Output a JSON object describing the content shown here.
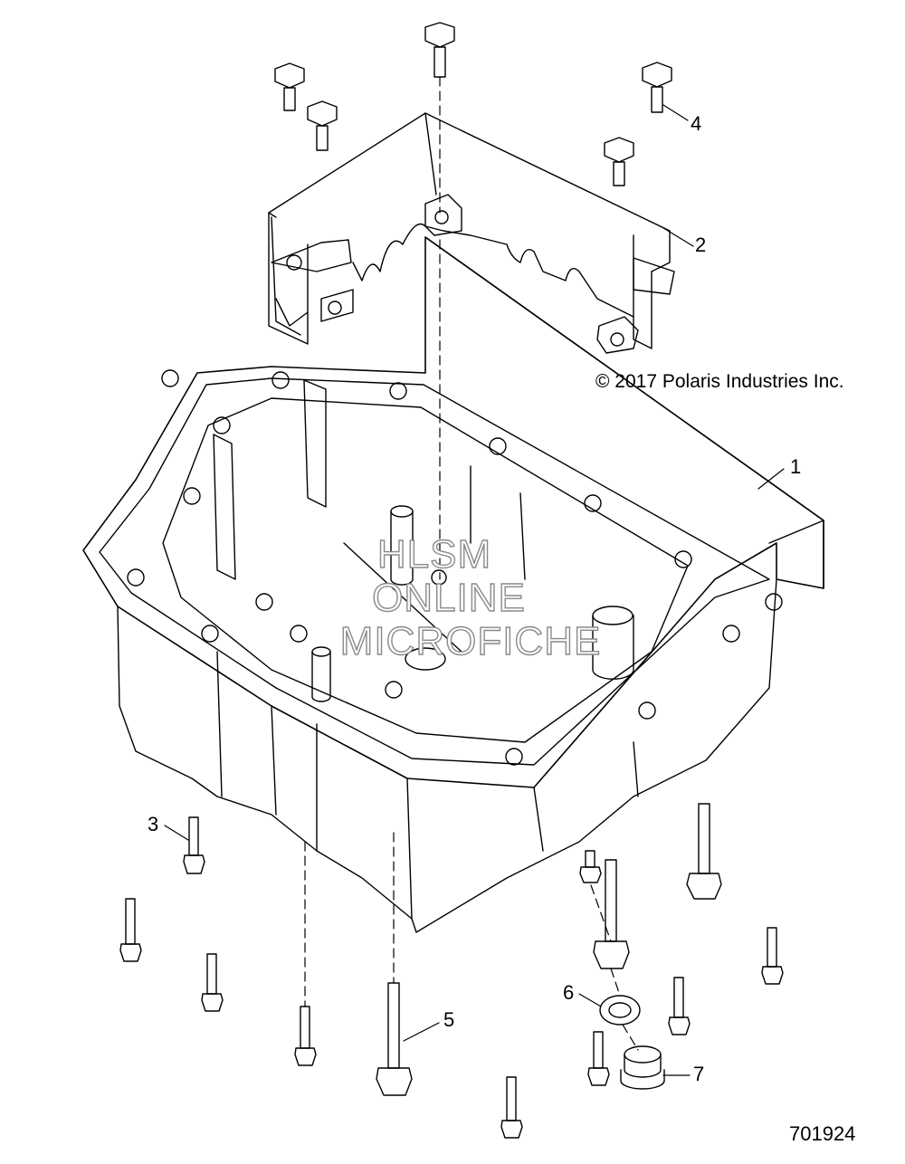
{
  "diagram": {
    "copyright": "© 2017 Polaris Industries Inc.",
    "figure_number": "701924",
    "watermark": [
      "HLSM",
      "ONLINE",
      "MICROFICHE"
    ],
    "callouts": {
      "c1": "1",
      "c2": "2",
      "c3": "3",
      "c4": "4",
      "c5": "5",
      "c6": "6",
      "c7": "7"
    }
  }
}
